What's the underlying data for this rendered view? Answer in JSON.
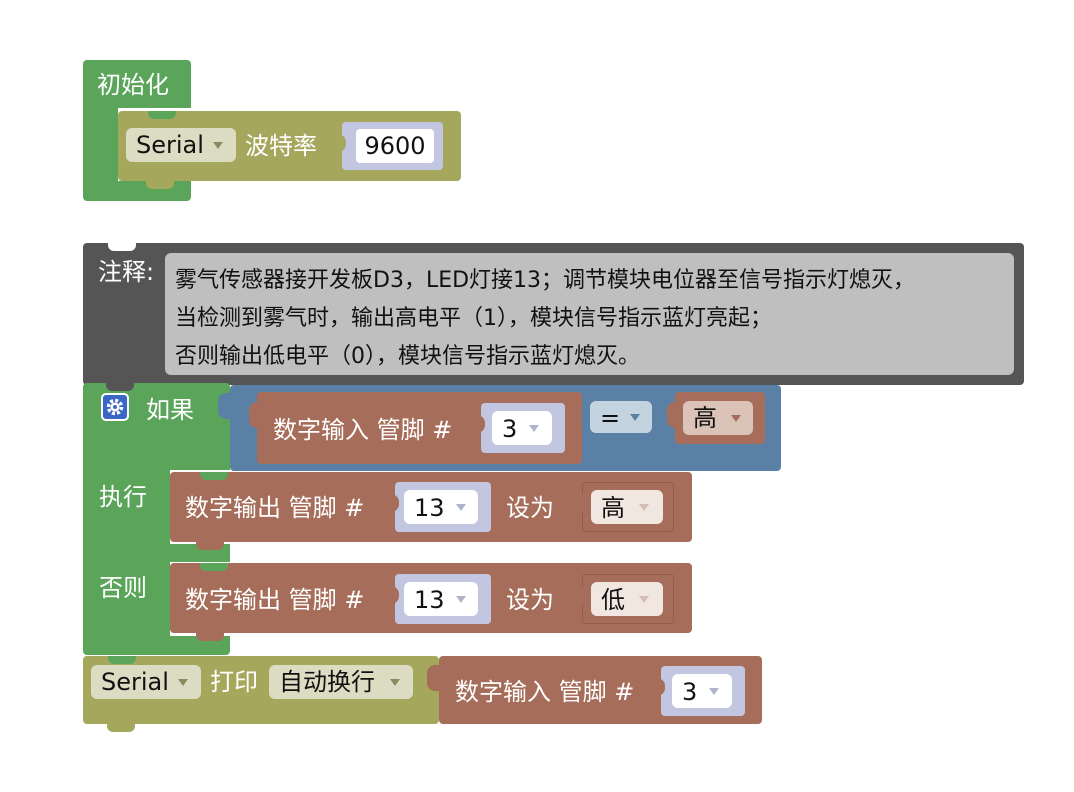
{
  "setup": {
    "label": "初始化",
    "serial": {
      "port": "Serial",
      "baud_label": "波特率",
      "baud_value": "9600"
    }
  },
  "comment": {
    "label": "注释:",
    "lines": [
      "雾气传感器接开发板D3，LED灯接13；调节模块电位器至信号指示灯熄灭，",
      "当检测到雾气时，输出高电平（1），模块信号指示蓝灯亮起；",
      "否则输出低电平（0），模块信号指示蓝灯熄灭。"
    ]
  },
  "if_block": {
    "if_label": "如果",
    "do_label": "执行",
    "else_label": "否则",
    "condition": {
      "read_label": "数字输入 管脚 #",
      "read_pin": "3",
      "operator": "=",
      "value": "高"
    },
    "do_write": {
      "label": "数字输出 管脚 #",
      "pin": "13",
      "set_label": "设为",
      "value": "高"
    },
    "else_write": {
      "label": "数字输出 管脚 #",
      "pin": "13",
      "set_label": "设为",
      "value": "低"
    }
  },
  "print_block": {
    "port": "Serial",
    "print_label": "打印",
    "mode": "自动换行",
    "read_label": "数字输入 管脚 #",
    "read_pin": "3"
  },
  "colors": {
    "green": "#5ba55b",
    "olive": "#a5a85c",
    "brown": "#a66e5a",
    "steel": "#5b80a5",
    "comment_dark": "#555555",
    "comment_light": "#bfbfbf",
    "pin_field": "#c3c6e0"
  },
  "icons": {
    "gear": "gear-icon"
  }
}
